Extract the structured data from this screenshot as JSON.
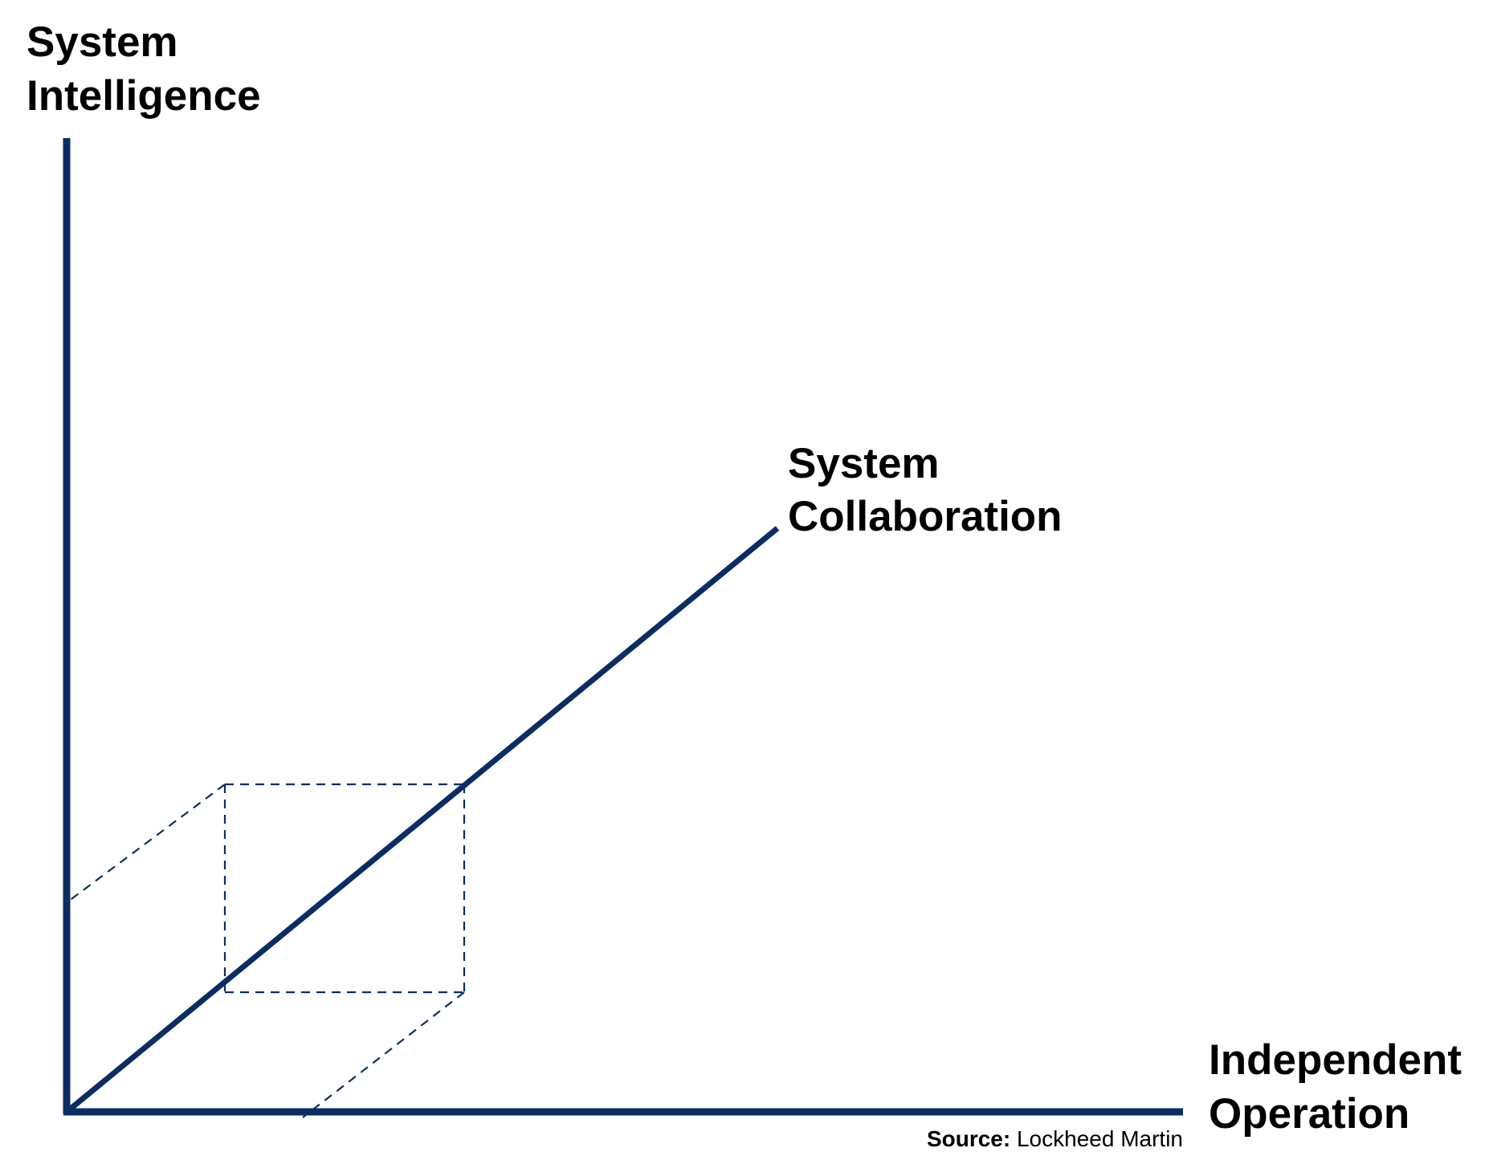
{
  "labels": {
    "y_axis": [
      "System",
      "Intelligence"
    ],
    "diagonal_axis": [
      "System",
      "Collaboration"
    ],
    "x_axis": [
      "Independent",
      "Operation"
    ]
  },
  "source": {
    "prefix": "Source:",
    "name": " Lockheed Martin"
  },
  "colors": {
    "axis": "#0b2d64",
    "text": "#000000",
    "background": "#ffffff"
  }
}
